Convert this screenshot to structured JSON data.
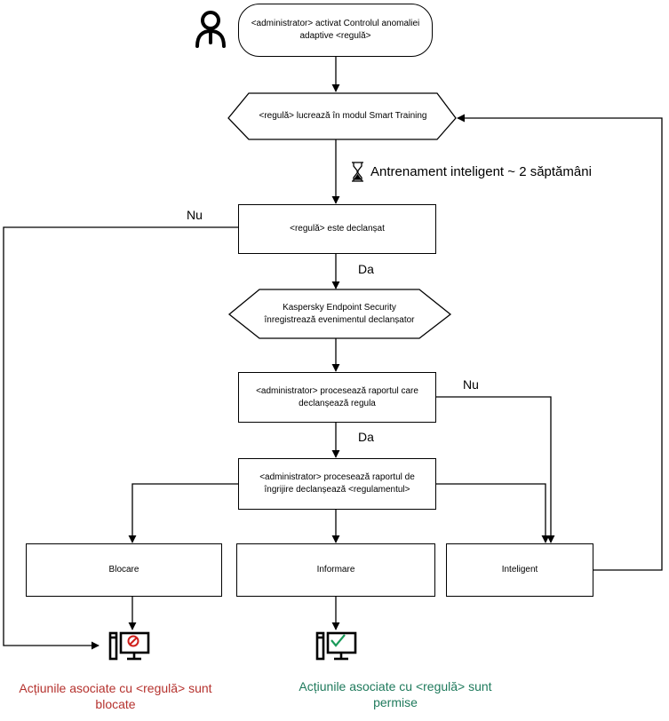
{
  "nodes": {
    "start": "<administrator> activat Controlul anomaliei adaptive <regulă>",
    "smart_training": "<regulă> lucrează în modul Smart Training",
    "rule_triggered": "<regulă> este declanșat",
    "kes_logs": "Kaspersky Endpoint Security înregistrează evenimentul declanșator",
    "admin_processes_report": "<administrator> procesează raportul care declanșează regula",
    "admin_processes_care": "<administrator> procesează raportul de îngrijire declanșează <regulamentul>",
    "block": "Blocare",
    "inform": "Informare",
    "smart": "Inteligent"
  },
  "edges": {
    "training_duration": "Antrenament inteligent ~ 2 săptămâni",
    "no_1": "Nu",
    "yes_1": "Da",
    "no_2": "Nu",
    "yes_2": "Da"
  },
  "outcomes": {
    "blocked": "Acțiunile asociate cu <regulă> sunt blocate",
    "allowed": "Acțiunile asociate cu <regulă> sunt permise"
  },
  "colors": {
    "blocked": "#b5322e",
    "allowed": "#1f7a5c",
    "blocked_icon": "#d0201c",
    "allowed_icon": "#1a9a5a"
  },
  "icons": {
    "actor": "user-icon",
    "timer": "hourglass-icon",
    "blocked": "computer-blocked-icon",
    "allowed": "computer-allowed-icon"
  }
}
